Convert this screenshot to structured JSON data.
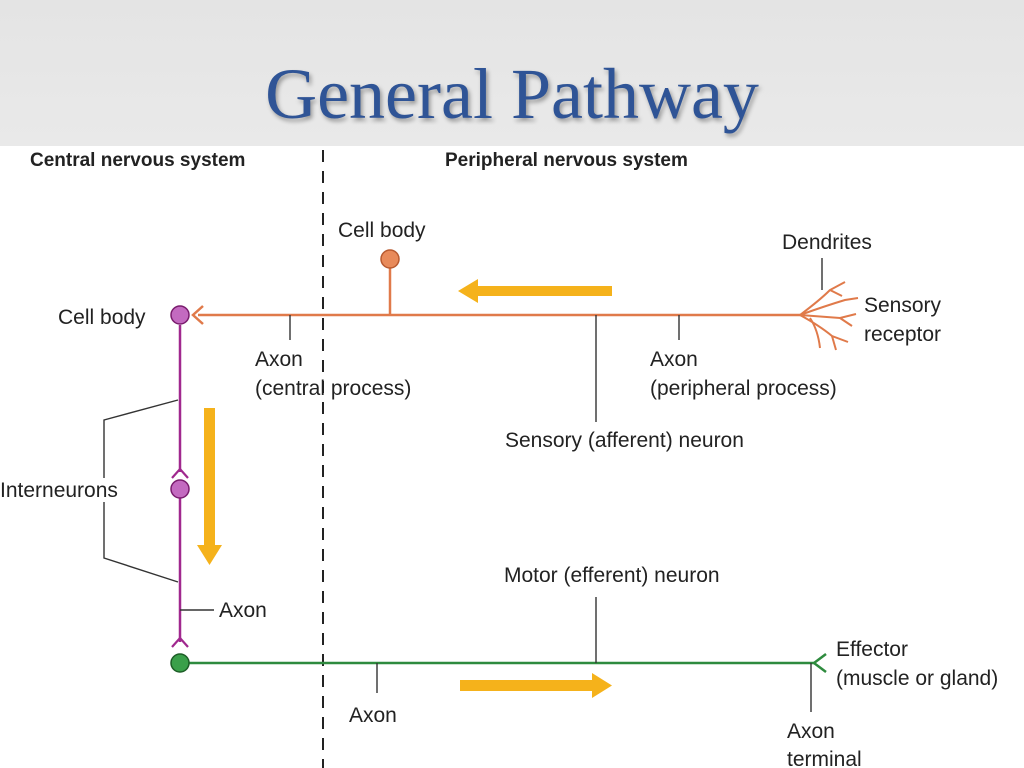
{
  "title": "General Pathway",
  "headers": {
    "cns": "Central nervous system",
    "pns": "Peripheral nervous system"
  },
  "labels": {
    "cell_body_sensory": "Cell body",
    "dendrites": "Dendrites",
    "sensory_receptor_line1": "Sensory",
    "sensory_receptor_line2": "receptor",
    "cell_body_left": "Cell body",
    "axon_central_line1": "Axon",
    "axon_central_line2": "(central process)",
    "axon_peripheral_line1": "Axon",
    "axon_peripheral_line2": "(peripheral process)",
    "sensory_neuron": "Sensory (afferent) neuron",
    "interneurons": "Interneurons",
    "axon_interneuron": "Axon",
    "motor_neuron": "Motor (efferent) neuron",
    "effector_line1": "Effector",
    "effector_line2": "(muscle or gland)",
    "axon_motor": "Axon",
    "axon_terminal_line1": "Axon",
    "axon_terminal_line2": "terminal"
  },
  "colors": {
    "title": "#2f5496",
    "sensory_neuron": "#e07a4a",
    "interneuron": "#a0288e",
    "motor_neuron": "#2e8b3e",
    "arrow": "#f5b21b",
    "leader": "#333333"
  }
}
